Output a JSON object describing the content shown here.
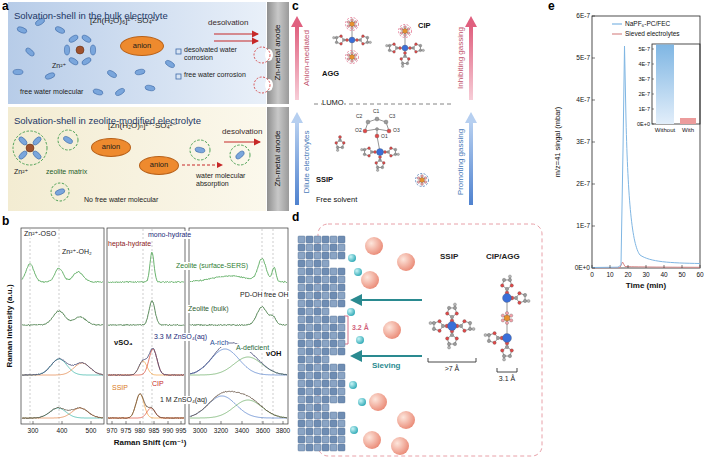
{
  "diagram": {
    "nodes": [
      {
        "text": [
          "Solvation-shell in the bulk electrolyte"
        ]
      },
      {
        "text": [
          "anion"
        ],
        "in": 0
      },
      {
        "text": [
          "Zn-metal anode"
        ]
      },
      {
        "text": [
          "Solvation-shell in zeolite-modified electrolyte"
        ]
      },
      {
        "text": [
          "anion"
        ],
        "in": 3
      },
      {
        "text": [
          "anion"
        ],
        "in": 3
      },
      {
        "text": [
          "Zn-metal anode"
        ]
      }
    ],
    "labels": [
      "a",
      "[Zn(H₂O)₆]²⁺·SO₄²⁻",
      "Zn²⁺",
      "free water molecular",
      "desolvation",
      "desolvated water corrosion",
      "free water corrosion",
      "[Zn(H₂O)ₙ]²⁺·SO₄²⁻",
      "Zn²⁺",
      "zeolite matrix",
      "No free water molecular",
      "water molecular absorption",
      "desolvation",
      "b",
      "Raman Intensity (a.u.)",
      "Zn²⁺-OSO",
      "Zn²⁺-OH₂",
      "hepta-hydrate",
      "mono-hydrate",
      "Zeolite (surface-SERS)",
      "Zeolite (bulk)",
      "PD-OH",
      "free OH",
      "νSO₄",
      "3.3 M ZnSO₄(aq)",
      "νOH",
      "A-rich",
      "A-deficient",
      "SSIP",
      "CIP",
      "1 M ZnSO₄(aq)",
      "300",
      "400",
      "500",
      "970",
      "975",
      "980",
      "985",
      "990",
      "995",
      "3000",
      "3200",
      "3400",
      "3600",
      "3800",
      "Raman Shift (cm⁻¹)",
      "c",
      "Anion-mediated",
      "Dilute electrolytes",
      "Inhibiting gassing",
      "Promoting gassing",
      "LUMO",
      "AGG",
      "CIP",
      "SSIP",
      "Free solvent",
      "C2",
      "C1",
      "C3",
      "O2",
      "O3",
      "O1",
      "d",
      "SSIP",
      "CIP/AGG",
      "3.2 Å",
      "Sieving",
      ">7 Å",
      "3.1 Å",
      "e",
      "6E-7",
      "5E-7",
      "4E-7",
      "3E-7",
      "2E-7",
      "1E-7",
      "0E+0",
      "0",
      "10",
      "20",
      "30",
      "40",
      "50",
      "60",
      "Time (min)",
      "m/z=41 singal (mbar)",
      "5E-7",
      "4E-7",
      "3E-7",
      "2E-7",
      "1E-7",
      "0E+0",
      "Without",
      "With"
    ],
    "legend": [
      {
        "text": "NaPF₆-PC/FEC"
      },
      {
        "text": "Sieved electrolytes"
      }
    ]
  }
}
